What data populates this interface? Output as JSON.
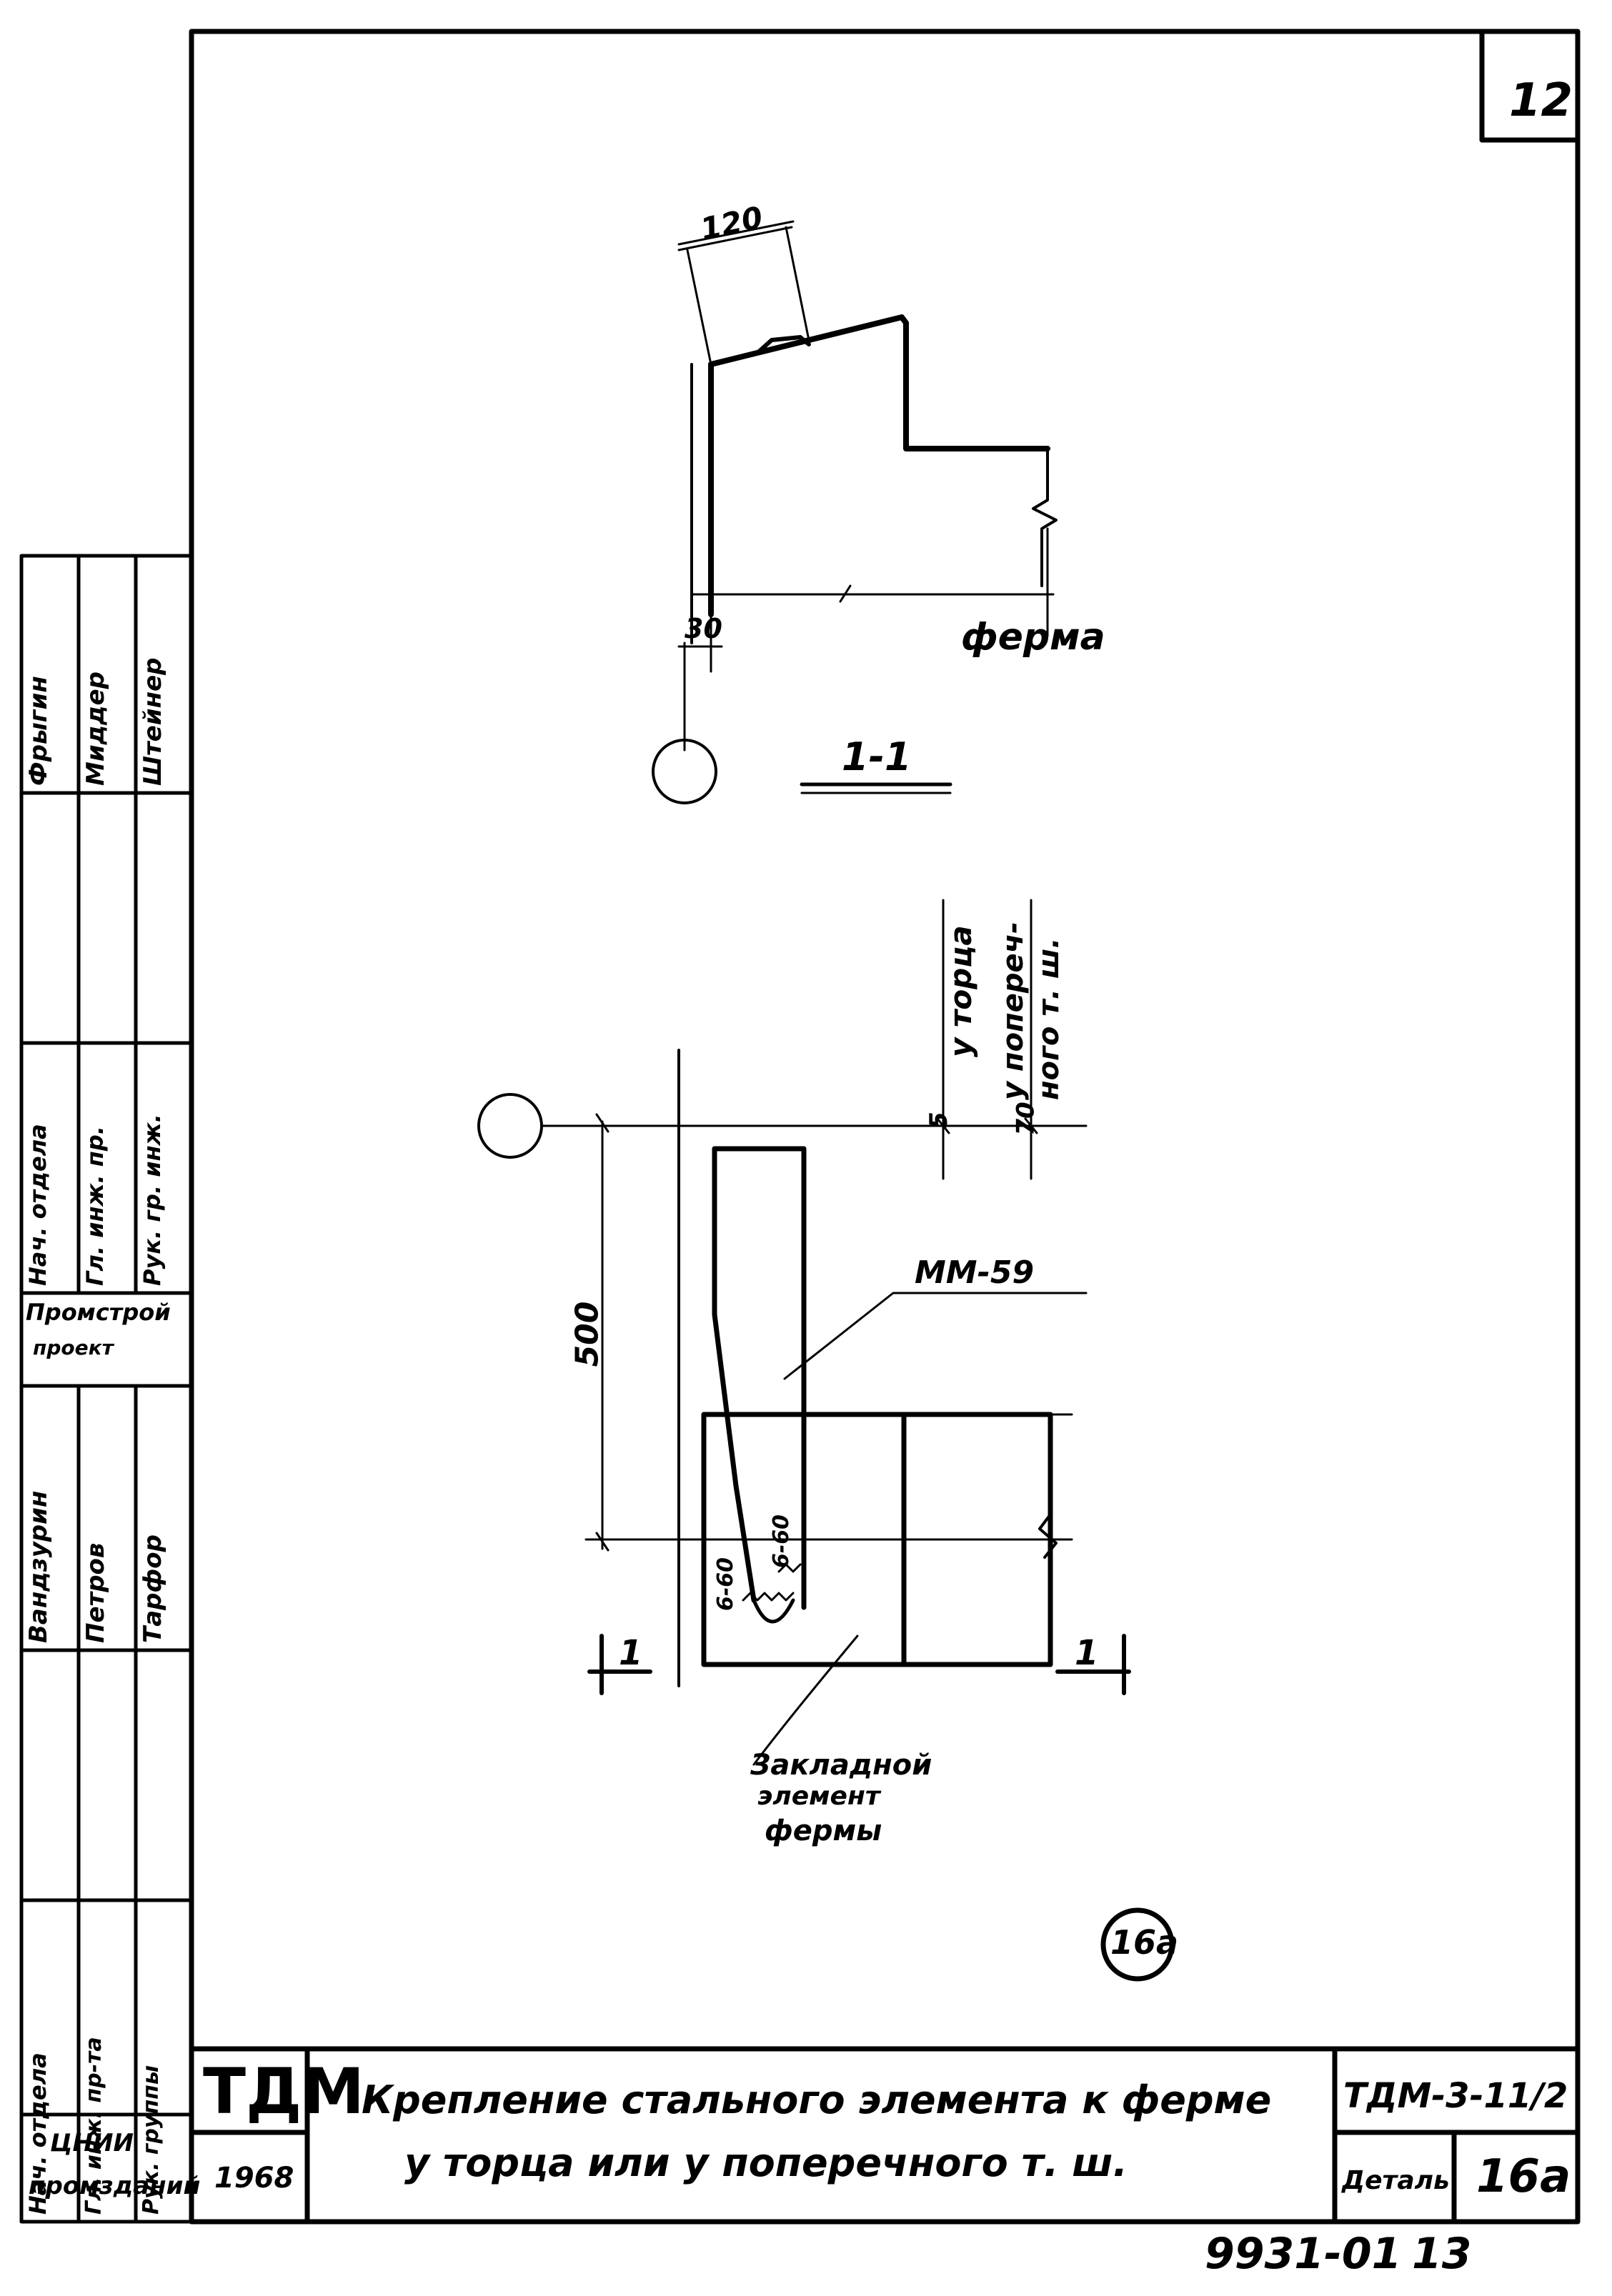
{
  "sheet": {
    "page_number": "12",
    "ink_color": "#000000",
    "paper_color": "#ffffff"
  },
  "section_view": {
    "dim_top": "120",
    "dim_bottom": "30",
    "label_truss": "ферма",
    "section_label": "1-1"
  },
  "plan_view": {
    "label_end": "у торца",
    "label_transverse_line1": "у попереч-",
    "label_transverse_line2": "ного т. ш.",
    "dim_a": "5",
    "dim_b": "70",
    "dim_height": "500",
    "part_mark": "ММ-59",
    "weld_left": "6-60",
    "weld_right": "6-60",
    "cut_left": "1",
    "cut_right": "1",
    "embedded_line1": "Закладной",
    "embedded_line2": "элемент",
    "embedded_line3": "фермы",
    "detail_mark": "16а"
  },
  "side_stamp": {
    "roles_top": [
      "Нач. отдела",
      "Гл. инж. пр.",
      "Рук. гр. инж."
    ],
    "names_top": [
      "Фрыгин",
      "Миддер",
      "Штейнер"
    ],
    "org": [
      "Промстрой",
      "проект"
    ],
    "roles_bottom": [
      "Нач. отдела",
      "Гл. инж. пр-та",
      "Рук. группы"
    ],
    "names_bottom": [
      "Вандзурин",
      "Петров",
      "Тарфор"
    ],
    "institute": [
      "ЦНИИ",
      "промзданий"
    ]
  },
  "title_block": {
    "logo": "ТДМ",
    "year": "1968",
    "title_line1": "Крепление стального элемента к ферме",
    "title_line2": "у торца или у поперечного т. ш.",
    "doc_code": "ТДМ-3-11/2",
    "detail_label": "Деталь",
    "detail_number": "16а"
  },
  "footer": {
    "archive_number": "9931-01",
    "sheet_number": "13"
  }
}
